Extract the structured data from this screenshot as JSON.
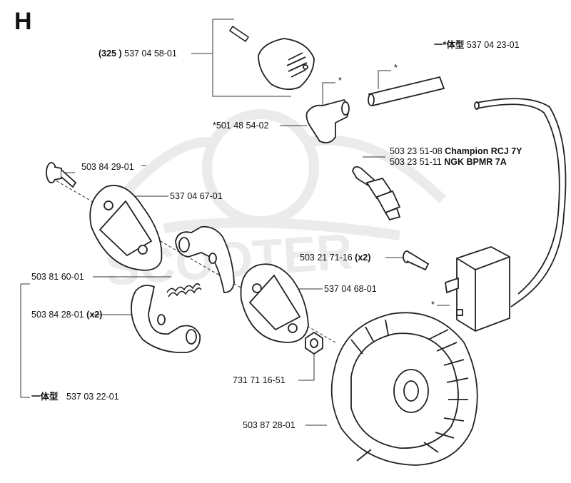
{
  "section_letter": "H",
  "labels": {
    "cover_prefix": "(325 )",
    "cover_part": "537 04 58-01",
    "one_piece_top_prefix": "一*体型",
    "one_piece_top_part": "537 04 23-01",
    "star_mark": "*",
    "boot_part": "*501 48 54-02",
    "plug_1_part": "503 23 51-08",
    "plug_1_name": "Champion RCJ 7Y",
    "plug_2_part": "503 23 51-11",
    "plug_2_name": "NGK BPMR 7A",
    "bolt_part": "503 84 29-01",
    "plate_upper_part": "537 04 67-01",
    "module_screw_part": "503 21 71-16",
    "module_screw_qty": "(x2)",
    "spring_part": "503 81 60-01",
    "plate_lower_part": "537 04 68-01",
    "shoe_part": "503 84 28-01",
    "shoe_qty": "(x2)",
    "nut_part": "731 71 16-51",
    "one_piece_bottom_prefix": "一体型",
    "one_piece_bottom_part": "537 03 22-01",
    "flywheel_part": "503 87 28-01"
  }
}
